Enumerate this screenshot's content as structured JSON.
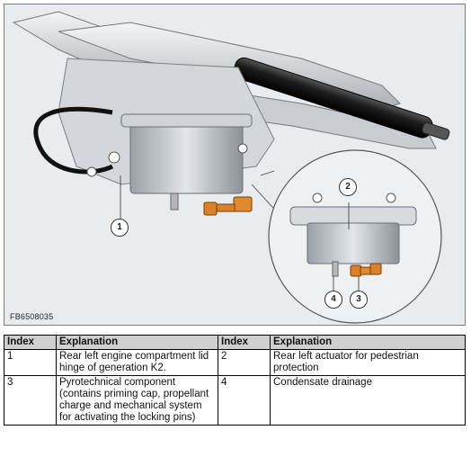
{
  "figure": {
    "code": "FB6508035",
    "callouts": [
      "1",
      "2",
      "3",
      "4"
    ]
  },
  "table": {
    "headers": [
      "Index",
      "Explanation",
      "Index",
      "Explanation"
    ],
    "rows": [
      [
        "1",
        "Rear left engine compartment lid hinge of generation K2.",
        "2",
        "Rear left actuator for pedestrian protection"
      ],
      [
        "3",
        "Pyrotechnical component (contains priming cap, propellant charge and mechanical system for activating the locking pins)",
        "4",
        "Condensate drainage"
      ]
    ]
  }
}
